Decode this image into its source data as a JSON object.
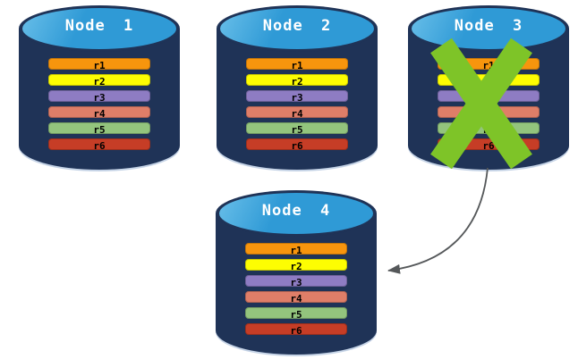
{
  "nodes": [
    {
      "label": "Node 1"
    },
    {
      "label": "Node 2"
    },
    {
      "label": "Node 3",
      "status": "failed"
    },
    {
      "label": "Node 4"
    }
  ],
  "rows": [
    {
      "label": "r1",
      "color": "#F7950D"
    },
    {
      "label": "r2",
      "color": "#FDFD02"
    },
    {
      "label": "r3",
      "color": "#8E7CC3"
    },
    {
      "label": "r4",
      "color": "#DF7E68"
    },
    {
      "label": "r5",
      "color": "#93C47D"
    },
    {
      "label": "r6",
      "color": "#C63D26"
    }
  ],
  "arrow": {
    "from": "Node 3",
    "to": "Node 4"
  },
  "colors": {
    "cylinder_body": "#1F3357",
    "cylinder_top": "#2F9AD6",
    "title_text": "#FFFFFF",
    "row_text": "#000000",
    "failure_cross": "#7EC428",
    "arrow": "#55585A",
    "background": "#FFFFFF"
  }
}
